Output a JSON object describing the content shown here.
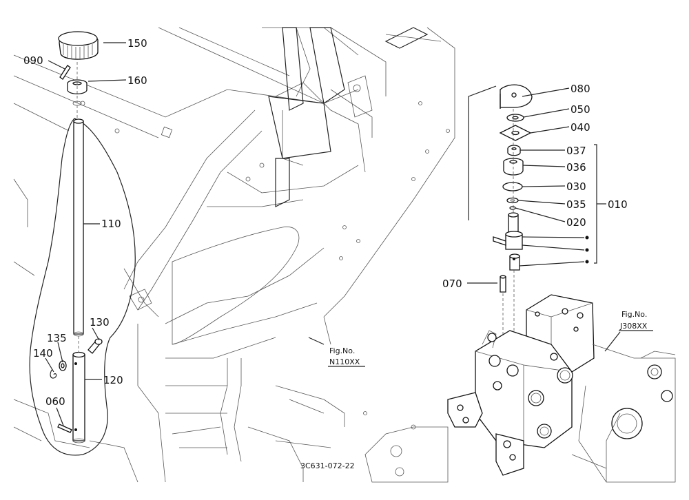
{
  "parts": {
    "p150": "150",
    "p090": "090",
    "p160": "160",
    "p110": "110",
    "p130": "130",
    "p135": "135",
    "p140": "140",
    "p120": "120",
    "p060": "060",
    "p080": "080",
    "p050": "050",
    "p040": "040",
    "p037": "037",
    "p036": "036",
    "p030": "030",
    "p035": "035",
    "p010": "010",
    "p020": "020",
    "p070": "070"
  },
  "refs": {
    "fig_left_label": "Fig.No.",
    "fig_left_no": "N110XX",
    "fig_right_label": "Fig.No.",
    "fig_right_no": "J308XX"
  },
  "drawing_code": "3C631-072-22"
}
